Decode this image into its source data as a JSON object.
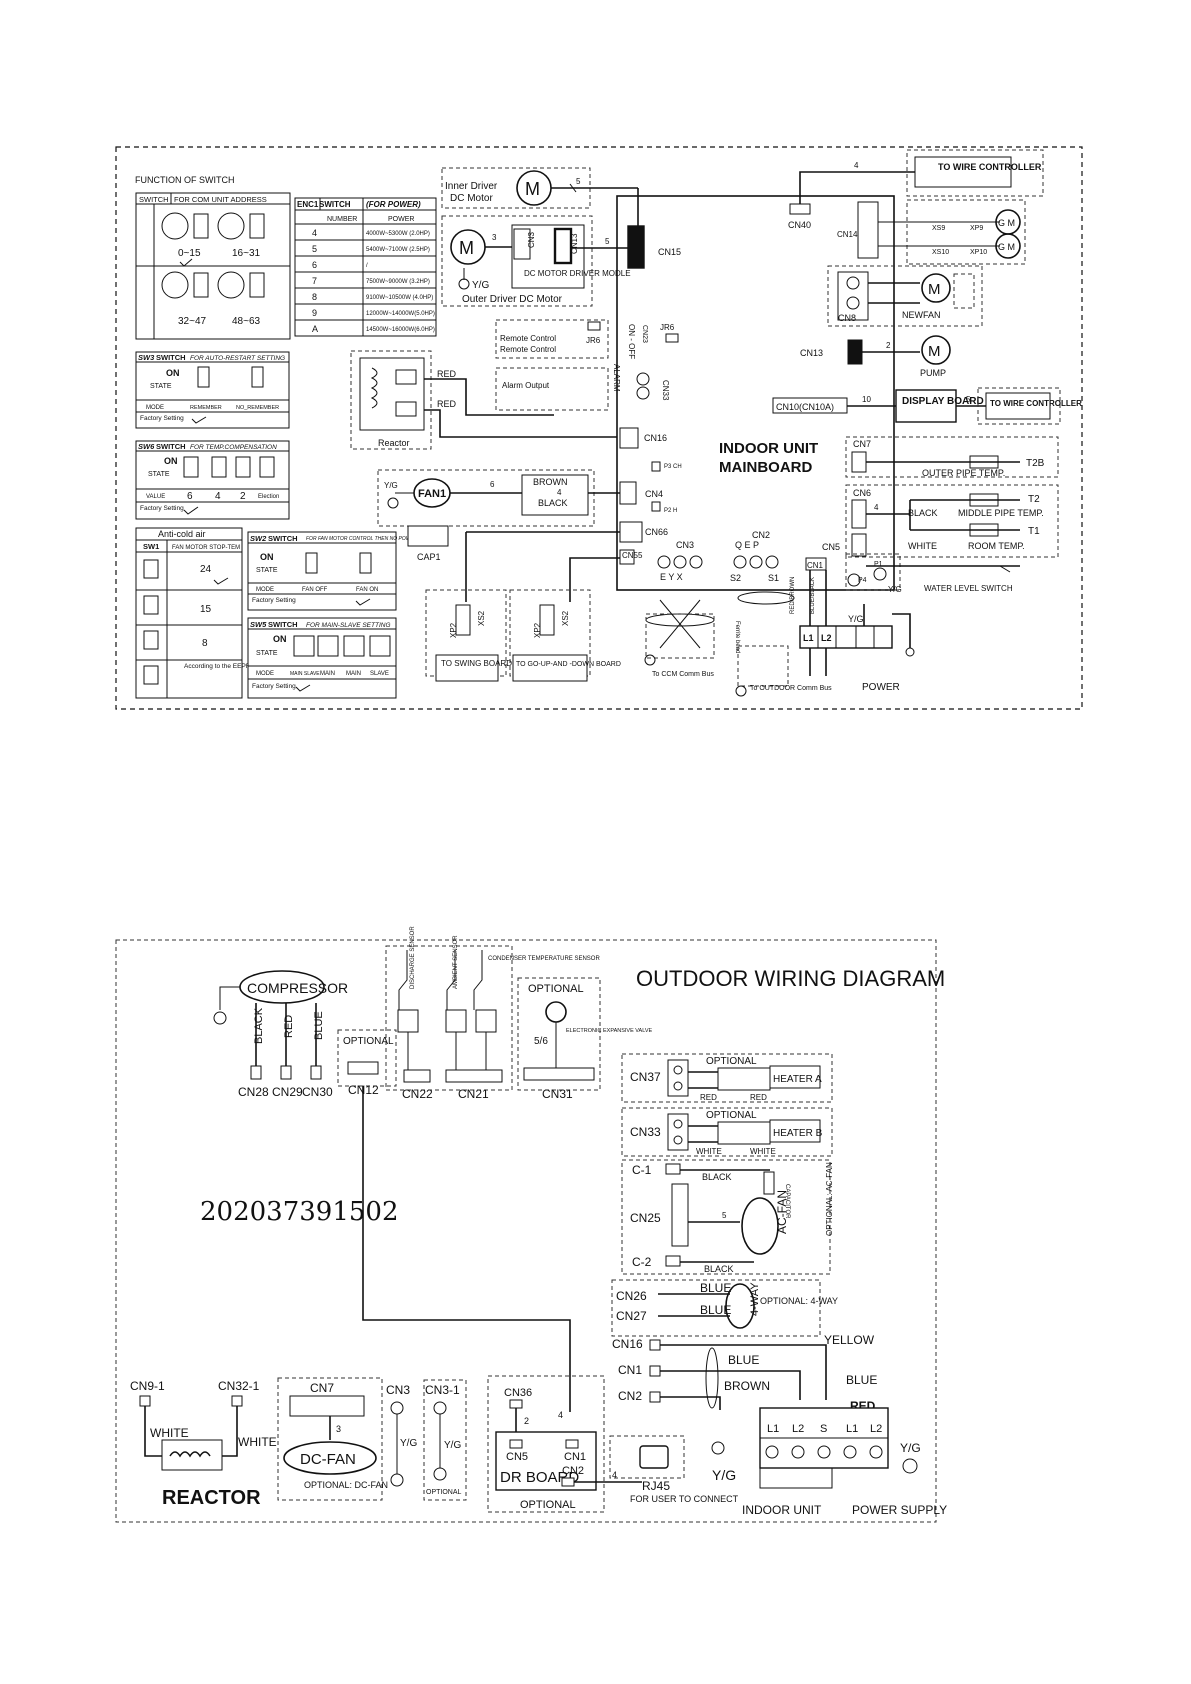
{
  "indoor": {
    "function_of_switch": "FUNCTION OF SWITCH",
    "switch_hdr": "SWITCH",
    "for_com_addr": "FOR COM UNIT ADDRESS",
    "addr1": "0~15",
    "addr2": "16~31",
    "addr3": "32~47",
    "addr4": "48~63",
    "enc1": "ENC1",
    "for_power": "(FOR POWER)",
    "number_hdr": "NUMBER",
    "power_hdr": "POWER",
    "power_rows": [
      {
        "n": "4",
        "p": "4000W~5300W (2.0HP)"
      },
      {
        "n": "5",
        "p": "5400W~7100W (2.5HP)"
      },
      {
        "n": "6",
        "p": "/"
      },
      {
        "n": "7",
        "p": "7500W~9000W (3.2HP)"
      },
      {
        "n": "8",
        "p": "9100W~10500W (4.0HP)"
      },
      {
        "n": "9",
        "p": "12000W~14000W(5.0HP)"
      },
      {
        "n": "A",
        "p": "14500W~16000W(6.0HP)"
      }
    ],
    "sw3": "SW3",
    "auto_restart": "FOR AUTO-RESTART SETTING",
    "on": "ON",
    "state": "STATE",
    "mode": "MODE",
    "remember": "REMEMBER",
    "no_remember": "NO_REMEMBER",
    "factory_setting": "Factory Setting",
    "sw6": "SW6",
    "temp_comp": "FOR TEMP.COMPENSATION",
    "value": "VALUE",
    "val6": "6",
    "val4": "4",
    "val2": "2",
    "election": "Election",
    "anti_cold": "Anti-cold air",
    "sw1": "SW1",
    "fan_motor_stop": "FAN MOTOR STOP-TEM",
    "v24": "24",
    "v15": "15",
    "v8": "8",
    "according": "According to the EEPROM setting",
    "sw2": "SW2",
    "fan_motor_ctrl": "FOR FAN MOTOR CONTROL THEN NO POWER REQUEST",
    "fan_off": "FAN OFF",
    "fan_on": "FAN ON",
    "sw5": "SW5",
    "main_slave": "FOR MAIN-SLAVE SETTING",
    "main_slave_mode": "MAIN SLAVE",
    "main": "MAIN",
    "slave": "SLAVE",
    "inner_driver": "Inner Driver",
    "dc_motor": "DC Motor",
    "outer_driver": "Outer Driver DC Motor",
    "dc_motor_driver": "DC MOTOR DRIVER MODLE",
    "cn3": "CN3",
    "cn13": "CN13",
    "cn15": "CN15",
    "yg": "Y/G",
    "m": "M",
    "remote_control": "Remote Control",
    "jr6": "JR6",
    "cn23": "CN23",
    "on_off": "ON - OFF",
    "alarm_output": "Alarm Output",
    "alarm": "ALARM",
    "cn33": "CN33",
    "red": "RED",
    "reactor": "Reactor",
    "cn16": "CN16",
    "fan1": "FAN1",
    "brown": "BROWN",
    "black": "BLACK",
    "cap1": "CAP1",
    "p3ch": "P3 CH",
    "p2h": "P2 H",
    "cn4": "CN4",
    "cn66": "CN66",
    "cn55": "CN55",
    "xs2": "XS2",
    "xp2": "XP2",
    "to_swing": "TO SWING BOARD",
    "to_go_up": "TO GO-UP-AND -DOWN BOARD",
    "cn40": "CN40",
    "to_wire_ctrl": "TO WIRE CONTROLLER",
    "cn14": "CN14",
    "xs9": "XS9",
    "xp9": "XP9",
    "xs10": "XS10",
    "xp10": "XP10",
    "gm": "G M",
    "cn8": "CN8",
    "newfan": "NEWFAN",
    "cn13b": "CN13",
    "pump": "PUMP",
    "cn10": "CN10(CN10A)",
    "display_board": "DISPLAY BOARD",
    "indoor_unit": "INDOOR UNIT",
    "mainboard": "MAINBOARD",
    "cn7": "CN7",
    "t2b": "T2B",
    "outer_pipe": "OUTER PIPE TEMP.",
    "cn6": "CN6",
    "t2": "T2",
    "middle_pipe": "MIDDLE PIPE TEMP.",
    "t1": "T1",
    "room_temp": "ROOM TEMP.",
    "white": "WHITE",
    "cn5": "CN5",
    "p1": "P1",
    "p4": "P4",
    "water_level": "WATER LEVEL SWITCH",
    "cn2": "CN2",
    "qep": "Q E P",
    "cn3b": "CN3",
    "eyx": "E Y X",
    "s2": "S2",
    "s1": "S1",
    "ferrite": "Ferrite bead",
    "to_ccm": "To CCM Comm Bus",
    "to_outdoor": "To OUTDOOR Comm Bus",
    "cn1": "CN1",
    "red_brown": "RED/BROWN",
    "blue_black": "BLUE/BLACK",
    "l1": "L1",
    "l2": "L2",
    "power": "POWER",
    "n4": "4",
    "n5": "5",
    "n3": "3",
    "n2": "2",
    "n6": "6",
    "n10": "10"
  },
  "outdoor": {
    "title": "OUTDOOR WIRING DIAGRAM",
    "code": "202037391502",
    "compressor": "COMPRESSOR",
    "black": "BLACK",
    "red": "RED",
    "blue": "BLUE",
    "cn28": "CN28",
    "cn29": "CN29",
    "cn30": "CN30",
    "optional": "OPTIONAL",
    "cn12": "CN12",
    "discharge": "DISCHARGE SENSOR",
    "ambient": "AMBIENT SENSOR",
    "condenser": "CONDENSER TEMPERATURE SENSOR",
    "cn22": "CN22",
    "cn21": "CN21",
    "eev": "ELECTRONIC EXPANSIVE VALVE",
    "v56": "5/6",
    "cn31": "CN31",
    "cn37": "CN37",
    "heater_a": "HEATER A",
    "cn33": "CN33",
    "white": "WHITE",
    "heater_b": "HEATER B",
    "c1": "C-1",
    "c2": "C-2",
    "capacitor": "CAPACITOR",
    "cn25": "CN25",
    "five": "5",
    "ac_fan": "AC-FAN",
    "optional_ac_fan": "OPTIONAL: AC-FAN",
    "cn26": "CN26",
    "cn27": "CN27",
    "four_way": "4-WAY",
    "optional_4way": "OPTIONAL: 4-WAY",
    "cn16": "CN16",
    "cn1": "CN1",
    "cn2": "CN2",
    "yellow": "YELLOW",
    "brown": "BROWN",
    "cn9_1": "CN9-1",
    "cn32_1": "CN32-1",
    "reactor": "REACTOR",
    "cn7": "CN7",
    "three": "3",
    "dc_fan": "DC-FAN",
    "optional_dc_fan": "OPTIONAL: DC-FAN",
    "cn3": "CN3",
    "cn3_1": "CN3-1",
    "yg": "Y/G",
    "cn36": "CN36",
    "two": "2",
    "four": "4",
    "cn5": "CN5",
    "dr_board": "DR BOARD",
    "rj45": "RJ45",
    "for_user": "FOR USER TO CONNECT",
    "l1": "L1",
    "l2": "L2",
    "s": "S",
    "indoor_unit": "INDOOR UNIT",
    "power_supply": "POWER SUPPLY"
  }
}
